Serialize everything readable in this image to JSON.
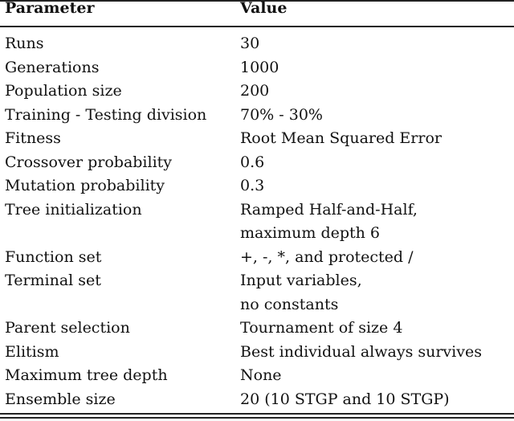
{
  "header": {
    "parameter_label": "Parameter",
    "value_label": "Value"
  },
  "rows": [
    {
      "parameter": "Runs",
      "value": [
        "30"
      ]
    },
    {
      "parameter": "Generations",
      "value": [
        "1000"
      ]
    },
    {
      "parameter": "Population size",
      "value": [
        "200"
      ]
    },
    {
      "parameter": "Training - Testing division",
      "value": [
        "70% - 30%"
      ]
    },
    {
      "parameter": "Fitness",
      "value": [
        "Root Mean Squared Error"
      ]
    },
    {
      "parameter": "Crossover probability",
      "value": [
        "0.6"
      ]
    },
    {
      "parameter": "Mutation probability",
      "value": [
        "0.3"
      ]
    },
    {
      "parameter": "Tree initialization",
      "value": [
        "Ramped Half-and-Half,",
        "maximum depth 6"
      ]
    },
    {
      "parameter": "Function set",
      "value": [
        "+, -, *, and protected /"
      ]
    },
    {
      "parameter": "Terminal set",
      "value": [
        "Input variables,",
        "no constants"
      ]
    },
    {
      "parameter": "Parent selection",
      "value": [
        "Tournament of size 4"
      ]
    },
    {
      "parameter": "Elitism",
      "value": [
        "Best individual always survives"
      ]
    },
    {
      "parameter": "Maximum tree depth",
      "value": [
        "None"
      ]
    },
    {
      "parameter": "Ensemble size",
      "value": [
        "20 (10 STGP and 10 STGP)"
      ]
    }
  ]
}
